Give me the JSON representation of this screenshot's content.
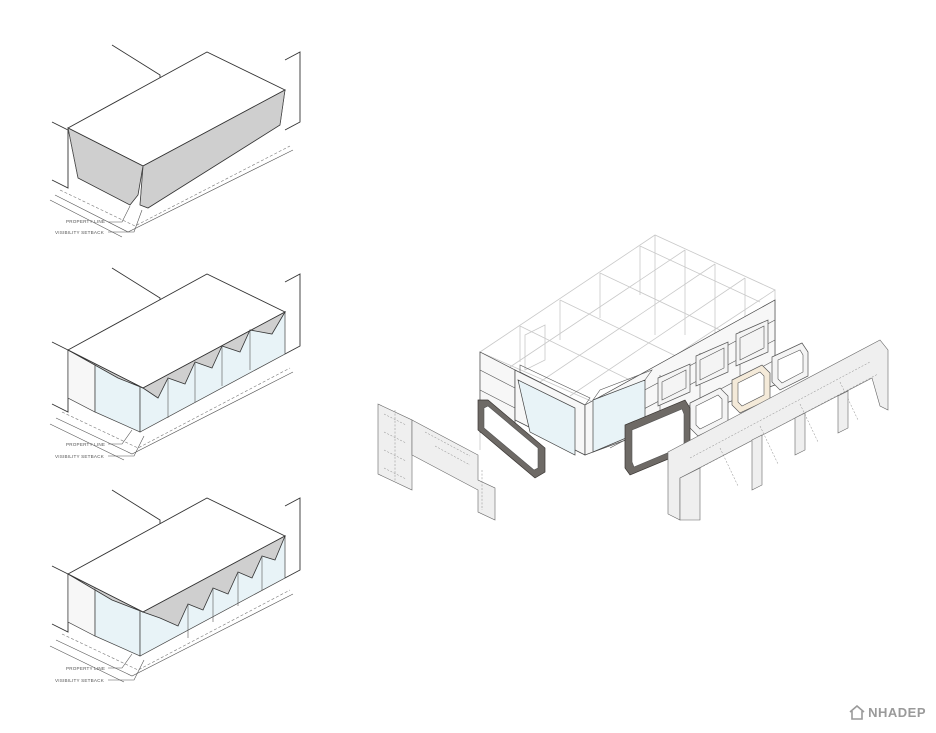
{
  "diagrams": [
    {
      "property_line_label": "PROPERTY LINE",
      "visibility_setback_label": "VISIBILITY SETBACK"
    },
    {
      "property_line_label": "PROPERTY LINE",
      "visibility_setback_label": "VISIBILITY SETBACK"
    },
    {
      "property_line_label": "PROPERTY LINE",
      "visibility_setback_label": "VISIBILITY SETBACK"
    }
  ],
  "watermark": {
    "text": "NHADEP",
    "icon": "house-outline-icon",
    "color": "#9a9a9a"
  },
  "colors": {
    "line": "#333333",
    "shade": "#cfcfcf",
    "glass": "#e8f3f7",
    "frame_dark": "#6e6a66",
    "warm_panel": "#f4ead9"
  }
}
